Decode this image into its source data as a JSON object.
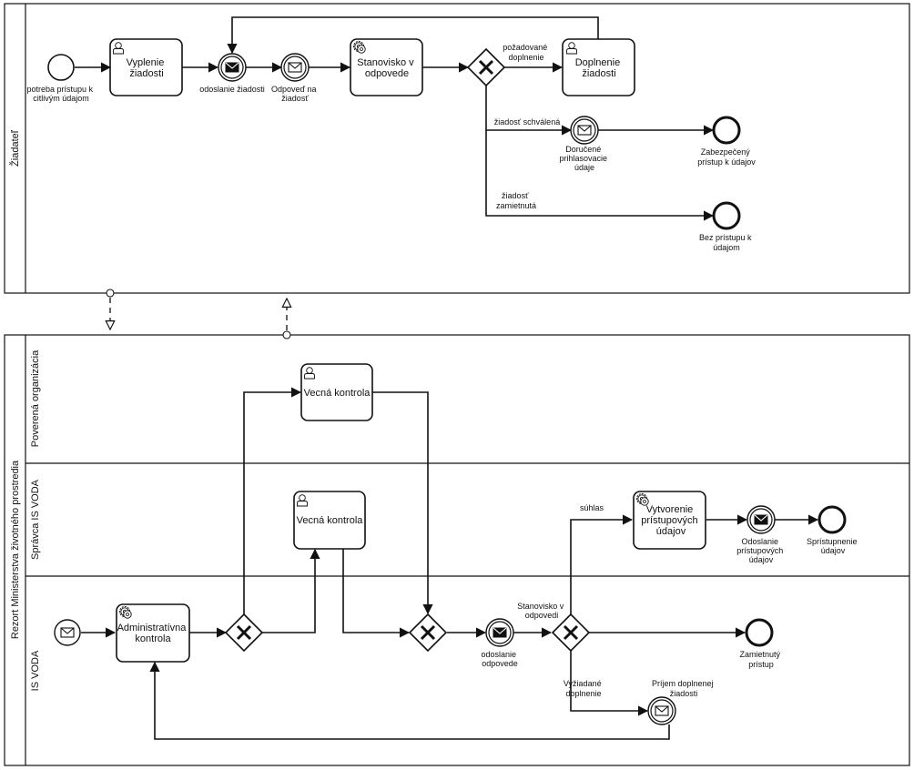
{
  "pools": {
    "applicant": "Žiadateľ",
    "ministry": "Rezort Ministerstva životného prostredia"
  },
  "lanes": {
    "authorized_org": "Poverená organizácia",
    "is_admin": "Správca IS VODA",
    "is_voda": "IS VODA"
  },
  "tasks": {
    "fill_request": [
      "Vyplenie",
      "žiadosti"
    ],
    "opinion_reply": [
      "Stanovisko v",
      "odpovede"
    ],
    "complete_request": [
      "Doplnenie",
      "žiadosti"
    ],
    "factual_check_org": [
      "Vecná kontrola"
    ],
    "factual_check_admin": [
      "Vecná kontrola"
    ],
    "create_access": [
      "Vytvorenie",
      "prístupových",
      "údajov"
    ],
    "admin_check": [
      "Administratívna",
      "kontrola"
    ]
  },
  "events": {
    "start_need": [
      "potreba prístupu k",
      "citlivým údajom"
    ],
    "send_request": [
      "odoslanie žiadosti"
    ],
    "reply_received": [
      "Odpoveď na",
      "žiadosť"
    ],
    "login_delivered": [
      "Doručené",
      "prihlasovacie",
      "údaje"
    ],
    "end_secure": [
      "Zabezpečený",
      "prístup k údajov"
    ],
    "end_no_access": [
      "Bez prístupu k",
      "údajom"
    ],
    "send_reply": [
      "odoslanie",
      "odpovede"
    ],
    "send_access": [
      "Odoslanie",
      "prístupových",
      "údajov"
    ],
    "end_access": [
      "Sprístupnenie",
      "údajov"
    ],
    "end_denied": [
      "Zamietnutý",
      "prístup"
    ],
    "receive_supplement": [
      "Príjem doplnenej",
      "žiadosti"
    ]
  },
  "flow_labels": {
    "required_supplement": [
      "požadované",
      "doplnenie"
    ],
    "approved": [
      "žiadosť schválená"
    ],
    "rejected": [
      "žiadosť",
      "zamietnutá"
    ],
    "consent": [
      "súhlas"
    ],
    "opinion": [
      "Stanovisko v",
      "odpovedi"
    ],
    "requested_supplement": [
      "Vyžiadané",
      "doplnenie"
    ]
  }
}
